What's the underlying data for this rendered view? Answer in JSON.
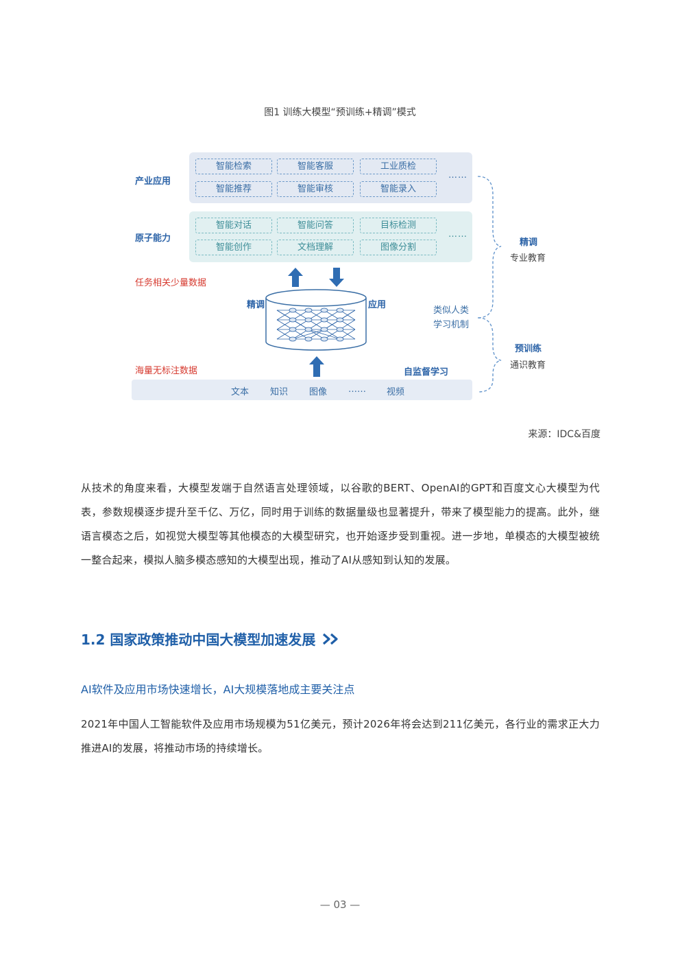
{
  "figure": {
    "caption": "图1 训练大模型“预训练+精调”模式",
    "industry_label": "产业应用",
    "industry_cells": [
      "智能检索",
      "智能客服",
      "工业质检",
      "智能推荐",
      "智能审核",
      "智能录入"
    ],
    "atom_label": "原子能力",
    "atom_cells": [
      "智能对话",
      "智能问答",
      "目标检测",
      "智能创作",
      "文档理解",
      "图像分割"
    ],
    "ellipsis": "……",
    "task_data_label": "任务相关少量数据",
    "finetune_side_label": "精调",
    "apply_side_label": "应用",
    "human_like_line1": "类似人类",
    "human_like_line2": "学习机制",
    "massive_data_label": "海量无标注数据",
    "self_supervised_label": "自监督学习",
    "bottom_items": [
      "文本",
      "知识",
      "图像",
      "……",
      "视频"
    ],
    "right_finetune_title": "精调",
    "right_finetune_sub": "专业教育",
    "right_pretrain_title": "预训练",
    "right_pretrain_sub": "通识教育",
    "accent_blue": "#2d64a8",
    "accent_red": "#d63a2f",
    "accent_teal": "#3e8e98"
  },
  "source": "来源：IDC&百度",
  "paragraph1": "从技术的角度来看，大模型发端于自然语言处理领域，以谷歌的BERT、OpenAI的GPT和百度文心大模型为代表，参数规模逐步提升至千亿、万亿，同时用于训练的数据量级也显著提升，带来了模型能力的提高。此外，继语言模态之后，如视觉大模型等其他模态的大模型研究，也开始逐步受到重视。进一步地，单模态的大模型被统一整合起来，模拟人脑多模态感知的大模型出现，推动了AI从感知到认知的发展。",
  "section_title": "1.2 国家政策推动中国大模型加速发展",
  "section_icon": "double-chevron-right-icon",
  "subheading": "AI软件及应用市场快速增长，AI大规模落地成主要关注点",
  "paragraph2": "2021年中国人工智能软件及应用市场规模为51亿美元，预计2026年将会达到211亿美元，各行业的需求正大力推进AI的发展，将推动市场的持续增长。",
  "page_number": "— 03 —"
}
